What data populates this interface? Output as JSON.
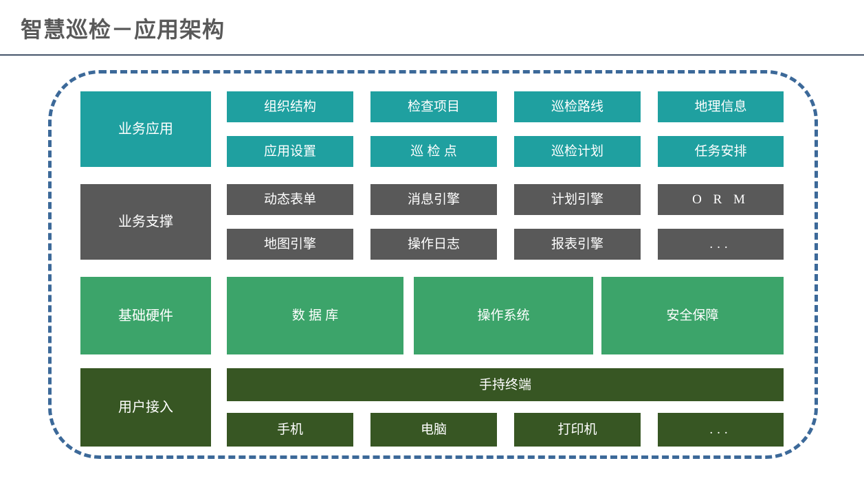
{
  "page": {
    "title": "智慧巡检－应用架构"
  },
  "colors": {
    "teal": "#1FA0A0",
    "gray": "#595959",
    "green": "#3CA46A",
    "dark_green": "#375623",
    "border_blue": "#3C6999",
    "divider_navy": "#44546A",
    "title_gray": "#595959",
    "box_text": "#FFFFFF"
  },
  "layers": {
    "business_app": {
      "label": "业务应用",
      "row1": [
        "组织结构",
        "检查项目",
        "巡检路线",
        "地理信息"
      ],
      "row2": [
        "应用设置",
        "巡 检 点",
        "巡检计划",
        "任务安排"
      ]
    },
    "business_support": {
      "label": "业务支撑",
      "row1": [
        "动态表单",
        "消息引擎",
        "计划引擎",
        "O R M"
      ],
      "row2": [
        "地图引擎",
        "操作日志",
        "报表引擎",
        "..."
      ]
    },
    "hardware": {
      "label": "基础硬件",
      "items": [
        "数 据 库",
        "操作系统",
        "安全保障"
      ]
    },
    "user_access": {
      "label": "用户接入",
      "banner": "手持终端",
      "items": [
        "手机",
        "电脑",
        "打印机",
        "..."
      ]
    }
  }
}
